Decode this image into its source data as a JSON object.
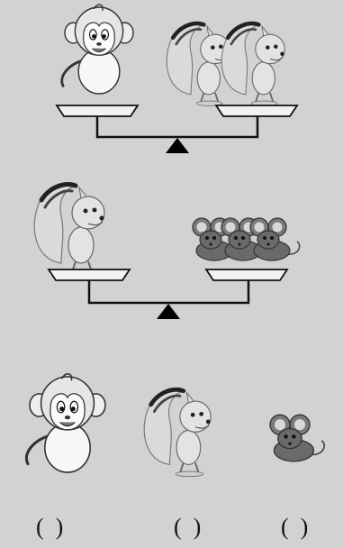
{
  "answer_slots": [
    {
      "animal": "monkey",
      "text": "(  )"
    },
    {
      "animal": "squirrel",
      "text": "(  )"
    },
    {
      "animal": "mouse",
      "text": "(  )"
    }
  ],
  "balance_1": {
    "left": [
      "monkey"
    ],
    "right": [
      "squirrel",
      "squirrel"
    ],
    "state": "balanced"
  },
  "balance_2": {
    "left": [
      "squirrel"
    ],
    "right": [
      "mouse",
      "mouse",
      "mouse"
    ],
    "state": "balanced"
  },
  "colors": {
    "background": "#d2d2d2",
    "line": "#111111",
    "pan": "#f2f2f2",
    "mouse": "#6a6a6a"
  }
}
